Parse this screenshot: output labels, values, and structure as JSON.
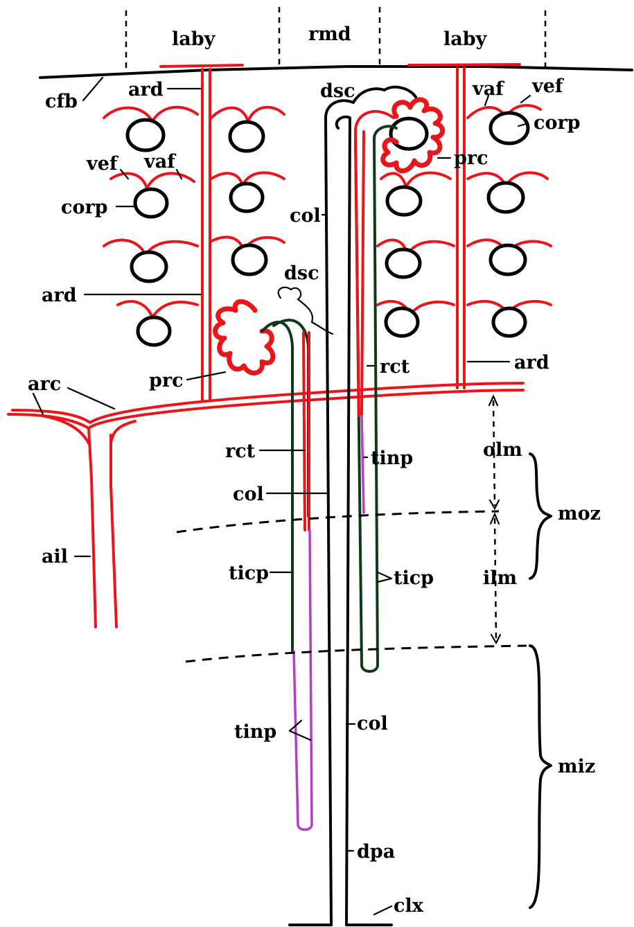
{
  "labels": {
    "laby_left": "laby",
    "rmd": "rmd",
    "laby_right": "laby",
    "cfb": "cfb",
    "ard_top": "ard",
    "dsc_top": "dsc",
    "vaf_top": "vaf",
    "vef_top": "vef",
    "corp_top": "corp",
    "prc_top": "prc",
    "vef_left": "vef",
    "vaf_left": "vaf",
    "corp_left": "corp",
    "col_upper": "col",
    "ard_left": "ard",
    "dsc_mid": "dsc",
    "rct_right": "rct",
    "ard_right": "ard",
    "prc_low": "prc",
    "arc": "arc",
    "rct_left": "rct",
    "tinp_right": "tinp",
    "olm": "olm",
    "col_mid": "col",
    "moz": "moz",
    "ail": "ail",
    "ticp_left": "ticp",
    "ticp_right": "ticp",
    "ilm": "ilm",
    "col_low": "col",
    "tinp_left": "tinp",
    "miz": "miz",
    "dpa": "dpa",
    "clx": "clx"
  },
  "colors": {
    "vessel": "#e8151b",
    "tubule_green": "#0f3a18",
    "tubule_purple": "#b33dc6",
    "ink": "#000000"
  }
}
